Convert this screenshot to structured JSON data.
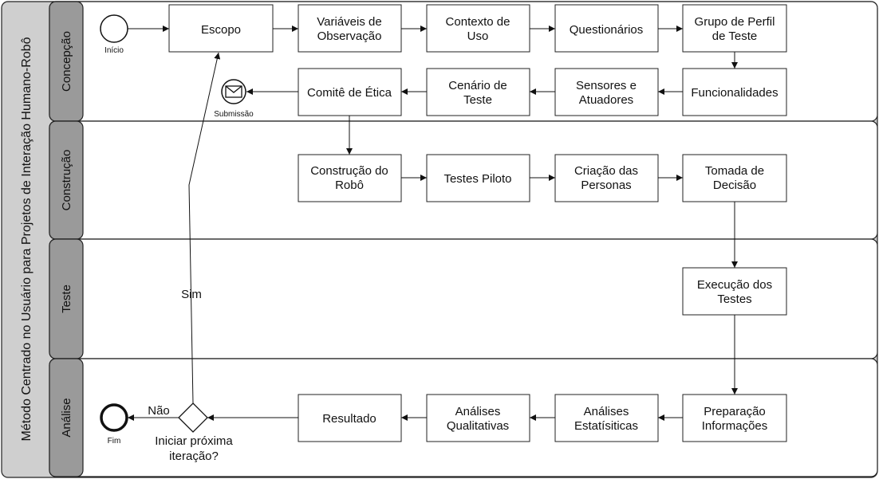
{
  "pool": {
    "title": "Método Centrado no Usuário para Projetos de Interação Humano-Robô"
  },
  "lanes": [
    "Concepção",
    "Construção",
    "Teste",
    "Análise"
  ],
  "events": {
    "start": "Início",
    "message": "Submissão",
    "end": "Fim"
  },
  "tasks": {
    "escopo": [
      "Escopo"
    ],
    "variaveis": [
      "Variáveis de",
      "Observação"
    ],
    "contexto": [
      "Contexto de",
      "Uso"
    ],
    "questionarios": [
      "Questionários"
    ],
    "grupo": [
      "Grupo de Perfil",
      "de Teste"
    ],
    "funcionalidades": [
      "Funcionalidades"
    ],
    "sensores": [
      "Sensores e",
      "Atuadores"
    ],
    "cenario": [
      "Cenário de",
      "Teste"
    ],
    "comite": [
      "Comitê de Ética"
    ],
    "construcao": [
      "Construção do",
      "Robô"
    ],
    "piloto": [
      "Testes Piloto"
    ],
    "personas": [
      "Criação das",
      "Personas"
    ],
    "decisao": [
      "Tomada de",
      "Decisão"
    ],
    "execucao": [
      "Execução dos",
      "Testes"
    ],
    "preparacao": [
      "Preparação",
      "Informações"
    ],
    "estatisticas": [
      "Análises",
      "Estatísiticas"
    ],
    "qualitativas": [
      "Análises",
      "Qualitativas"
    ],
    "resultado": [
      "Resultado"
    ]
  },
  "gateway": {
    "question": [
      "Iniciar próxima",
      "iteração?"
    ],
    "yes": "Sim",
    "no": "Não"
  }
}
